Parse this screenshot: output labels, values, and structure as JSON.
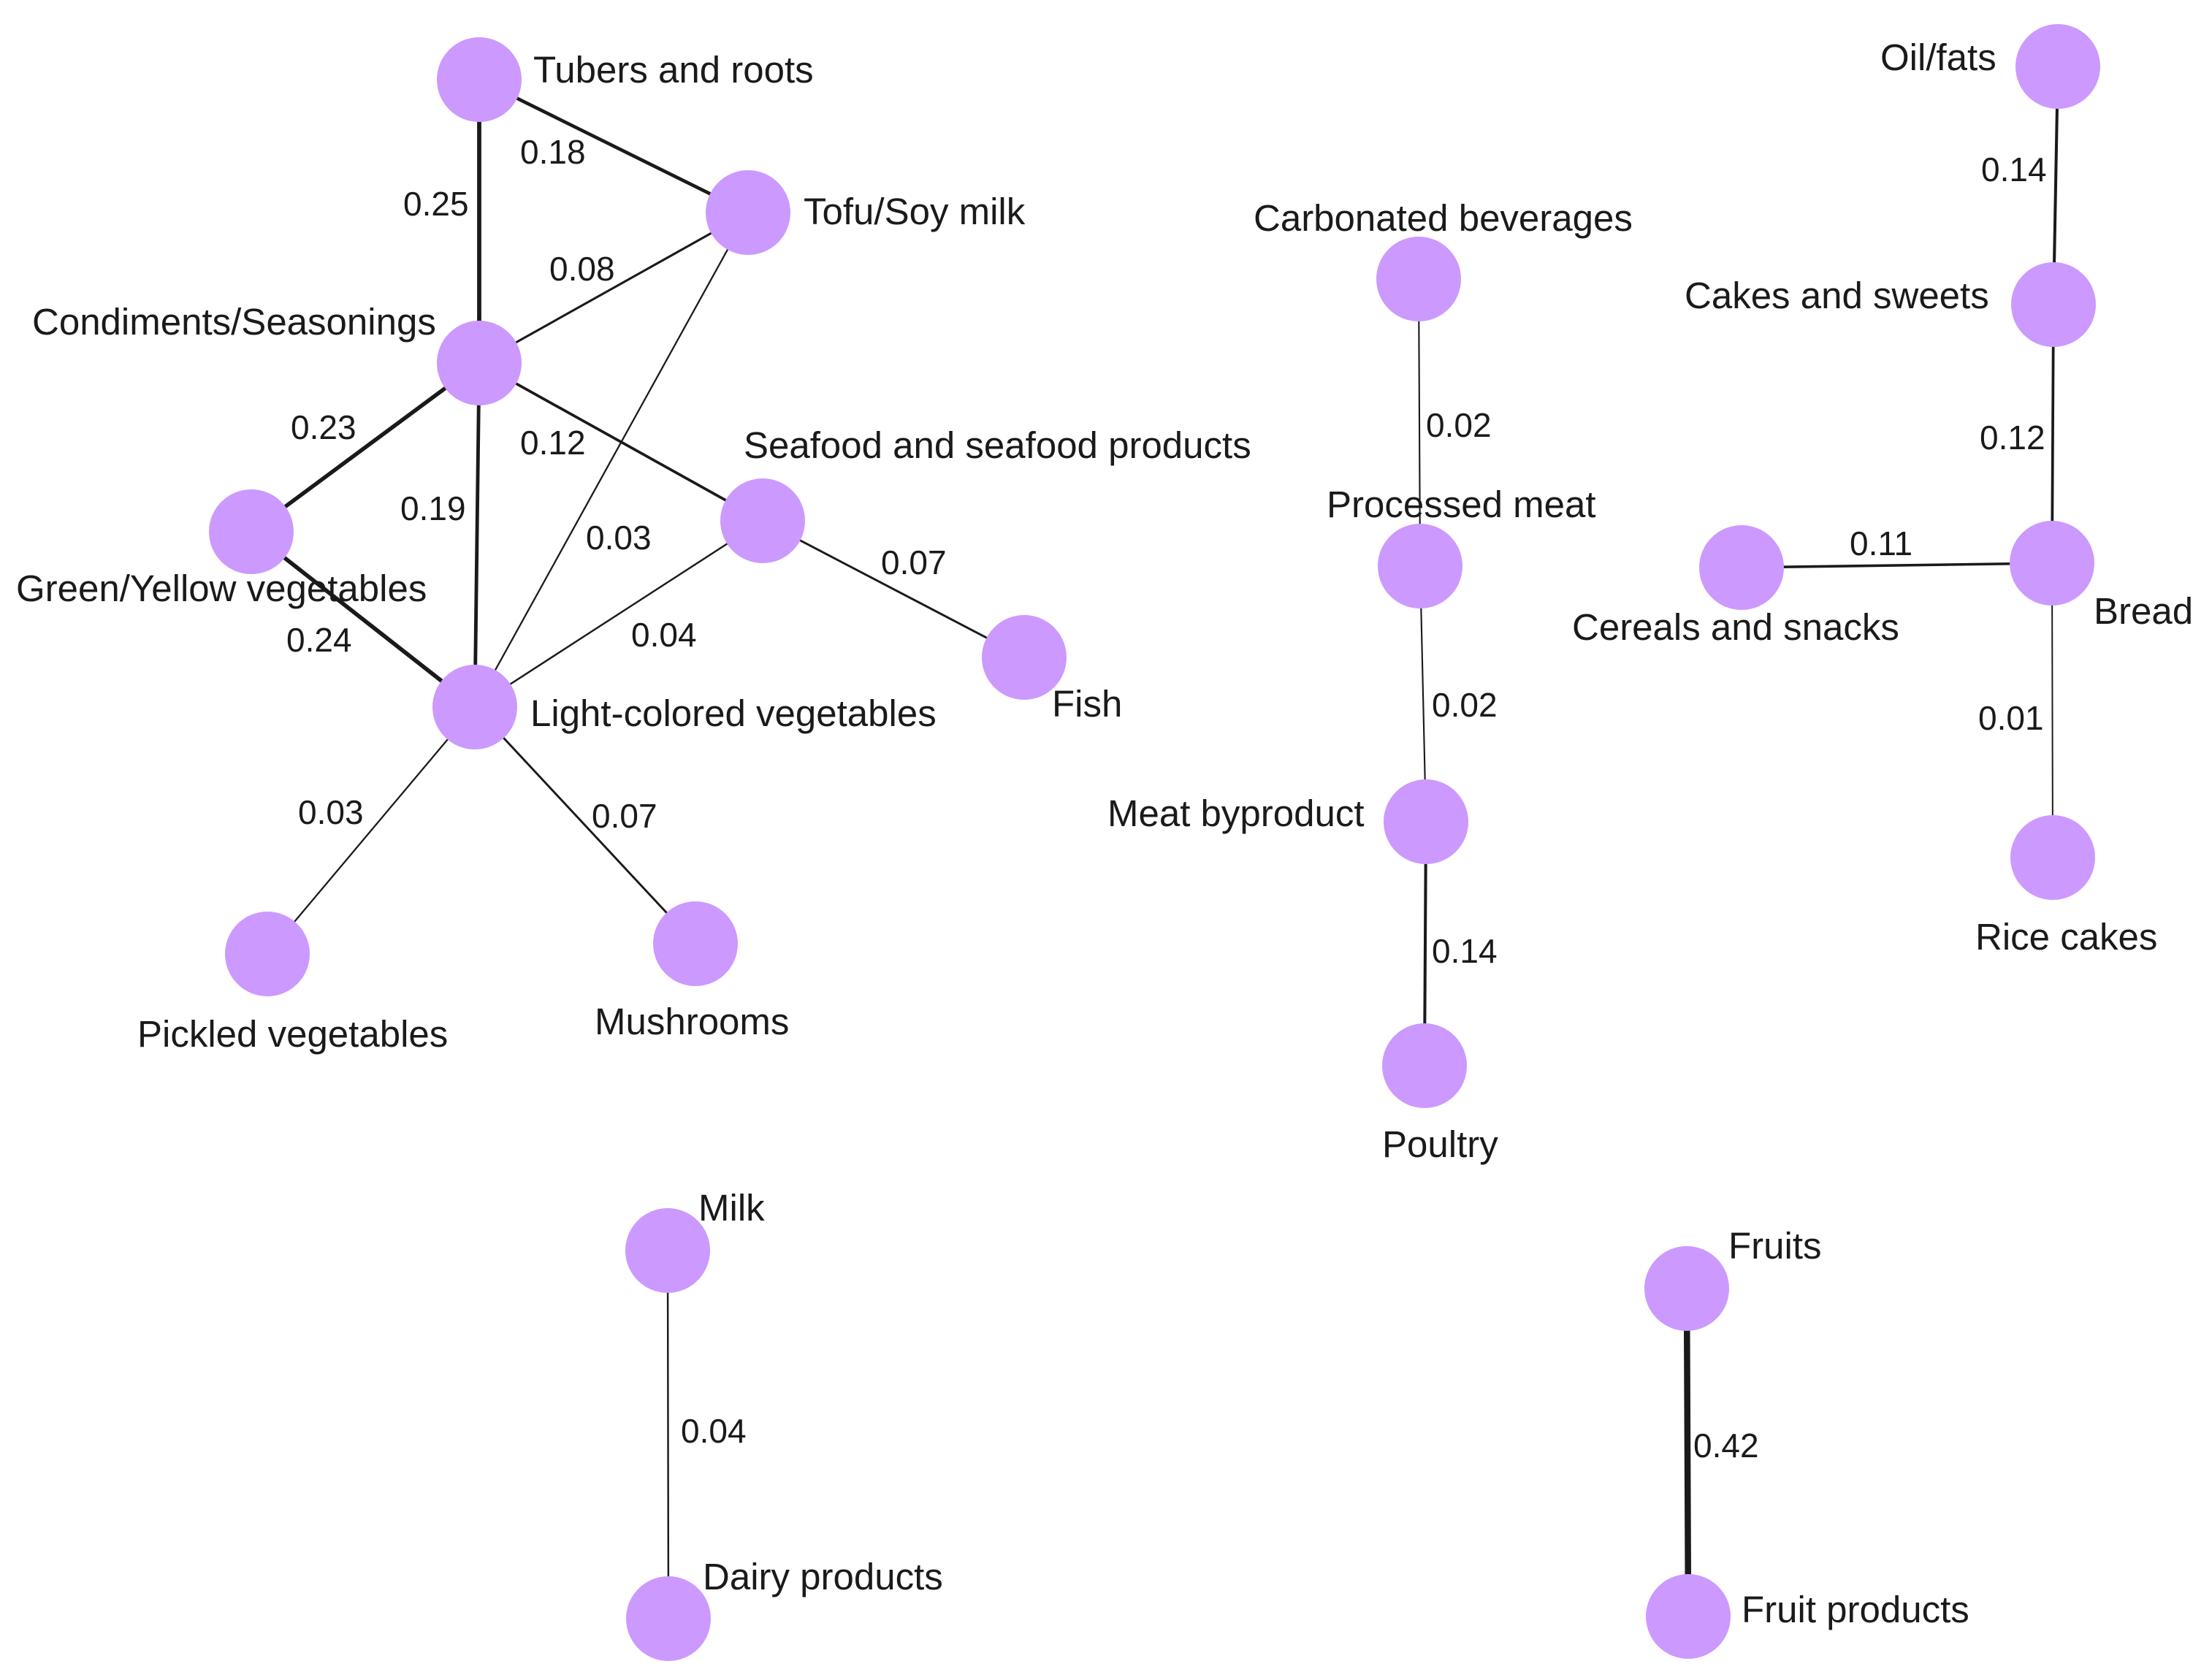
{
  "colors": {
    "node_fill": "#cc99ff",
    "edge_stroke": "#1a1a1a",
    "text": "#1a1a1a"
  },
  "nodes": [
    {
      "id": "tubers",
      "label": "Tubers and roots"
    },
    {
      "id": "tofu",
      "label": "Tofu/Soy milk"
    },
    {
      "id": "condiments",
      "label": "Condiments/Seasonings"
    },
    {
      "id": "greenyellow",
      "label": "Green/Yellow vegetables"
    },
    {
      "id": "seafood",
      "label": "Seafood and seafood products"
    },
    {
      "id": "fish",
      "label": "Fish"
    },
    {
      "id": "lightveg",
      "label": "Light-colored vegetables"
    },
    {
      "id": "pickled",
      "label": "Pickled vegetables"
    },
    {
      "id": "mushrooms",
      "label": "Mushrooms"
    },
    {
      "id": "carbonated",
      "label": "Carbonated beverages"
    },
    {
      "id": "processedmeat",
      "label": "Processed meat"
    },
    {
      "id": "meatbyproduct",
      "label": "Meat byproduct"
    },
    {
      "id": "poultry",
      "label": "Poultry"
    },
    {
      "id": "oilfats",
      "label": "Oil/fats"
    },
    {
      "id": "cakes",
      "label": "Cakes and sweets"
    },
    {
      "id": "cereals",
      "label": "Cereals and snacks"
    },
    {
      "id": "bread",
      "label": "Bread"
    },
    {
      "id": "ricecakes",
      "label": "Rice cakes"
    },
    {
      "id": "milk",
      "label": "Milk"
    },
    {
      "id": "dairy",
      "label": "Dairy products"
    },
    {
      "id": "fruits",
      "label": "Fruits"
    },
    {
      "id": "fruitproducts",
      "label": "Fruit products"
    }
  ],
  "edges": [
    {
      "source": "tubers",
      "target": "tofu",
      "weight": "0.18"
    },
    {
      "source": "tubers",
      "target": "condiments",
      "weight": "0.25"
    },
    {
      "source": "tofu",
      "target": "condiments",
      "weight": "0.08"
    },
    {
      "source": "tofu",
      "target": "lightveg",
      "weight": "0.03"
    },
    {
      "source": "condiments",
      "target": "greenyellow",
      "weight": "0.23"
    },
    {
      "source": "condiments",
      "target": "lightveg",
      "weight": "0.19"
    },
    {
      "source": "condiments",
      "target": "seafood",
      "weight": "0.12"
    },
    {
      "source": "greenyellow",
      "target": "lightveg",
      "weight": "0.24"
    },
    {
      "source": "seafood",
      "target": "lightveg",
      "weight": "0.04"
    },
    {
      "source": "seafood",
      "target": "fish",
      "weight": "0.07"
    },
    {
      "source": "lightveg",
      "target": "pickled",
      "weight": "0.03"
    },
    {
      "source": "lightveg",
      "target": "mushrooms",
      "weight": "0.07"
    },
    {
      "source": "carbonated",
      "target": "processedmeat",
      "weight": "0.02"
    },
    {
      "source": "processedmeat",
      "target": "meatbyproduct",
      "weight": "0.02"
    },
    {
      "source": "meatbyproduct",
      "target": "poultry",
      "weight": "0.14"
    },
    {
      "source": "oilfats",
      "target": "cakes",
      "weight": "0.14"
    },
    {
      "source": "cakes",
      "target": "bread",
      "weight": "0.12"
    },
    {
      "source": "cereals",
      "target": "bread",
      "weight": "0.11"
    },
    {
      "source": "bread",
      "target": "ricecakes",
      "weight": "0.01"
    },
    {
      "source": "milk",
      "target": "dairy",
      "weight": "0.04"
    },
    {
      "source": "fruits",
      "target": "fruitproducts",
      "weight": "0.42"
    }
  ]
}
